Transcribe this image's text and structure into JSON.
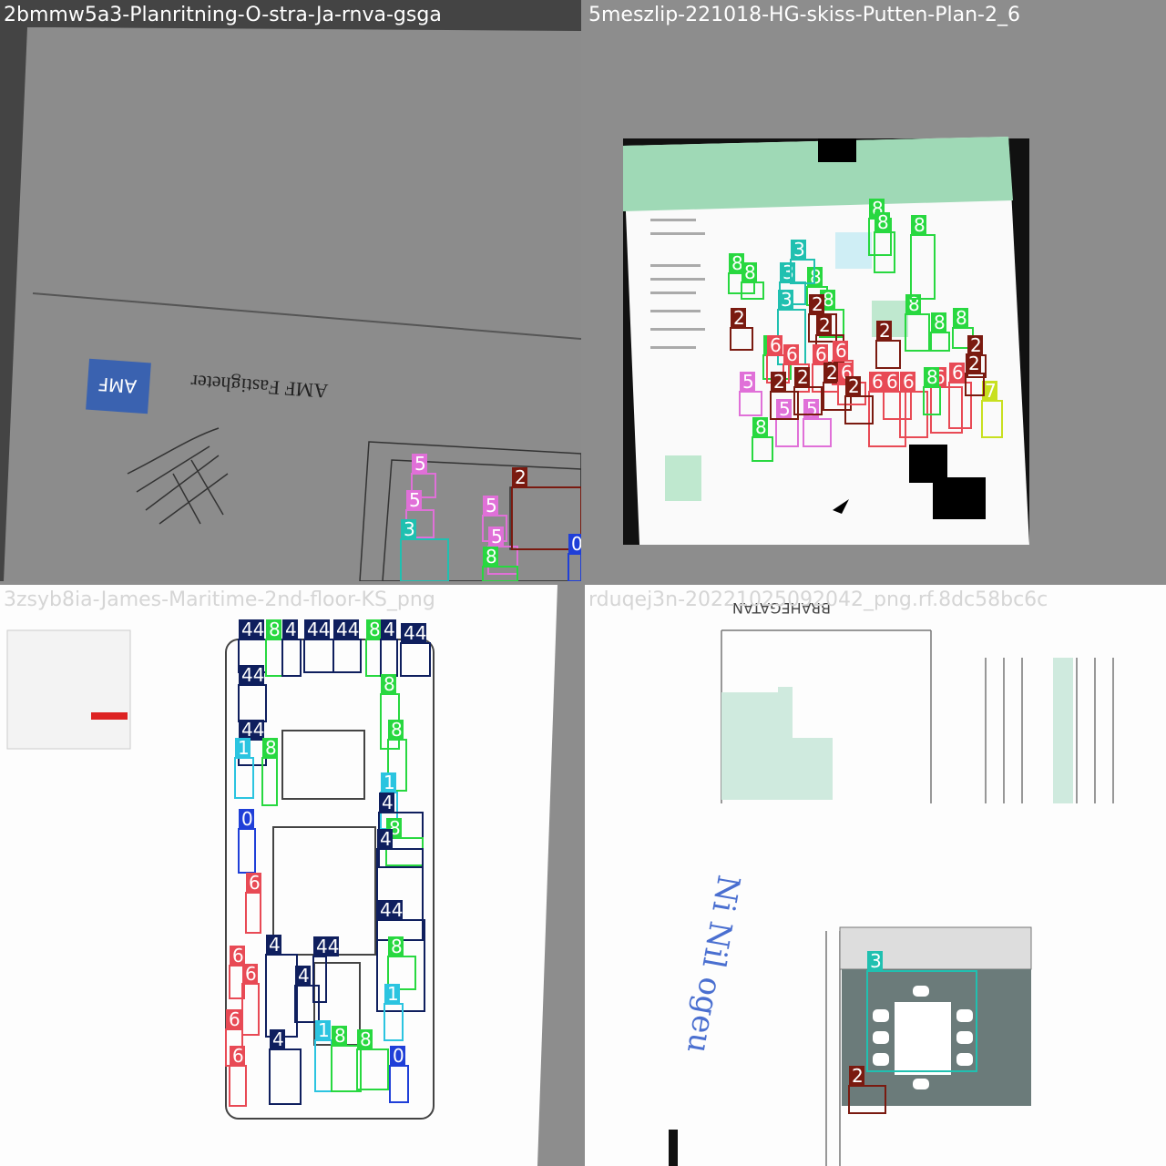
{
  "tiles": [
    {
      "title": "2bmmw5a3-Planritning-O-stra-Ja-rnva-gsga",
      "logo_text": "AMF Fastigheter",
      "logo_badge": "AMF"
    },
    {
      "title": "5meszlip-221018-HG-skiss-Putten-Plan-2_6"
    },
    {
      "title": "3zsyb8ia-James-Maritime-2nd-floor-KS_png"
    },
    {
      "title": "rduqej3n-20221025092042_png.rf.8dc58bc6c",
      "street_label": "BRAHEGATAN",
      "handwriting": "Ni Nil ogeu"
    }
  ],
  "class_colors": {
    "0": "#1f3fd8",
    "1": "#2bc4e0",
    "2": "#7a1a10",
    "3": "#20c0b0",
    "4": "#0f1f5e",
    "5": "#e070d8",
    "6": "#e84a55",
    "7": "#c8e020",
    "8": "#28d840"
  },
  "detections": {
    "tile1": [
      {
        "cls": "5",
        "label": "5"
      },
      {
        "cls": "5",
        "label": "5"
      },
      {
        "cls": "3",
        "label": "3"
      },
      {
        "cls": "5",
        "label": "5"
      },
      {
        "cls": "5",
        "label": "5"
      },
      {
        "cls": "8",
        "label": "8"
      },
      {
        "cls": "2",
        "label": "2"
      },
      {
        "cls": "0",
        "label": "0"
      }
    ],
    "tile2": [
      {
        "cls": "8",
        "label": "8"
      },
      {
        "cls": "8",
        "label": "8"
      },
      {
        "cls": "8",
        "label": "8"
      },
      {
        "cls": "8",
        "label": "8"
      },
      {
        "cls": "3",
        "label": "3"
      },
      {
        "cls": "3",
        "label": "3"
      },
      {
        "cls": "8",
        "label": "8"
      },
      {
        "cls": "8",
        "label": "8"
      },
      {
        "cls": "8",
        "label": "8"
      },
      {
        "cls": "8",
        "label": "8"
      },
      {
        "cls": "2",
        "label": "2"
      },
      {
        "cls": "2",
        "label": "2"
      },
      {
        "cls": "2",
        "label": "2"
      },
      {
        "cls": "2",
        "label": "2"
      },
      {
        "cls": "8",
        "label": "8"
      },
      {
        "cls": "8",
        "label": "8"
      },
      {
        "cls": "8",
        "label": "8"
      },
      {
        "cls": "3",
        "label": "3"
      },
      {
        "cls": "6",
        "label": "6"
      },
      {
        "cls": "6",
        "label": "6"
      },
      {
        "cls": "6",
        "label": "6"
      },
      {
        "cls": "6",
        "label": "6"
      },
      {
        "cls": "6",
        "label": "6"
      },
      {
        "cls": "6",
        "label": "6"
      },
      {
        "cls": "8",
        "label": "8"
      },
      {
        "cls": "5",
        "label": "5"
      },
      {
        "cls": "5",
        "label": "5"
      },
      {
        "cls": "5",
        "label": "5"
      },
      {
        "cls": "2",
        "label": "2"
      },
      {
        "cls": "2",
        "label": "2"
      },
      {
        "cls": "2",
        "label": "2"
      },
      {
        "cls": "6",
        "label": "6"
      },
      {
        "cls": "6",
        "label": "6"
      },
      {
        "cls": "6",
        "label": "6"
      },
      {
        "cls": "6",
        "label": "6"
      },
      {
        "cls": "8",
        "label": "8"
      },
      {
        "cls": "7",
        "label": "7"
      },
      {
        "cls": "2",
        "label": "2"
      },
      {
        "cls": "2",
        "label": "2"
      },
      {
        "cls": "2",
        "label": "2"
      }
    ],
    "tile3": [
      {
        "cls": "4",
        "label": "44"
      },
      {
        "cls": "8",
        "label": "8"
      },
      {
        "cls": "4",
        "label": "4"
      },
      {
        "cls": "4",
        "label": "44"
      },
      {
        "cls": "4",
        "label": "44"
      },
      {
        "cls": "8",
        "label": "8"
      },
      {
        "cls": "4",
        "label": "4"
      },
      {
        "cls": "4",
        "label": "44"
      },
      {
        "cls": "4",
        "label": "44"
      },
      {
        "cls": "4",
        "label": "44"
      },
      {
        "cls": "1",
        "label": "1"
      },
      {
        "cls": "8",
        "label": "8"
      },
      {
        "cls": "0",
        "label": "0"
      },
      {
        "cls": "6",
        "label": "6"
      },
      {
        "cls": "6",
        "label": "6"
      },
      {
        "cls": "6",
        "label": "6"
      },
      {
        "cls": "6",
        "label": "6"
      },
      {
        "cls": "6",
        "label": "6"
      },
      {
        "cls": "8",
        "label": "8"
      },
      {
        "cls": "8",
        "label": "8"
      },
      {
        "cls": "1",
        "label": "1"
      },
      {
        "cls": "4",
        "label": "4"
      },
      {
        "cls": "8",
        "label": "8"
      },
      {
        "cls": "4",
        "label": "4"
      },
      {
        "cls": "4",
        "label": "4"
      },
      {
        "cls": "4",
        "label": "4"
      },
      {
        "cls": "4",
        "label": "44"
      },
      {
        "cls": "4",
        "label": "44"
      },
      {
        "cls": "8",
        "label": "8"
      },
      {
        "cls": "4",
        "label": "4"
      },
      {
        "cls": "1",
        "label": "1"
      },
      {
        "cls": "8",
        "label": "8"
      },
      {
        "cls": "8",
        "label": "8"
      },
      {
        "cls": "0",
        "label": "0"
      },
      {
        "cls": "1",
        "label": "1"
      }
    ],
    "tile4": [
      {
        "cls": "3",
        "label": "3"
      },
      {
        "cls": "2",
        "label": "2"
      }
    ]
  }
}
